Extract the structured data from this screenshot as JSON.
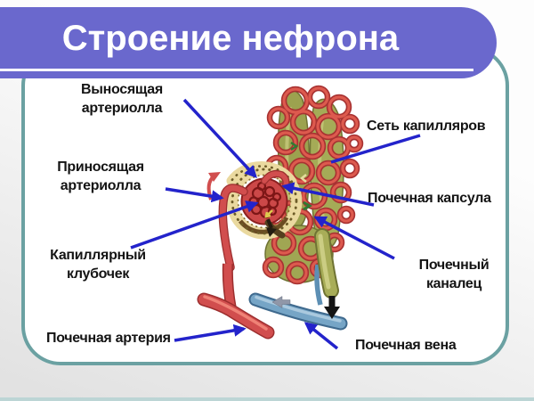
{
  "title": "Строение нефрона",
  "labels": {
    "efferent_arteriole": {
      "line1": "Выносящая",
      "line2": "артериолла"
    },
    "afferent_arteriole": {
      "line1": "Приносящая",
      "line2": "артериолла"
    },
    "capillary_glomerulus": {
      "line1": "Капиллярный",
      "line2": "клубочек"
    },
    "renal_artery": {
      "text": "Почечная артерия"
    },
    "capillary_network": {
      "text": "Сеть капилляров"
    },
    "renal_capsule": {
      "text": "Почечная капсула"
    },
    "renal_tubule": {
      "line1": "Почечный",
      "line2": "каналец"
    },
    "renal_vein": {
      "text": "Почечная вена"
    }
  },
  "colors": {
    "banner": "#6a68cd",
    "banner_text": "#ffffff",
    "card_border": "#6ba1a2",
    "label_text": "#141414",
    "pointer_arrow": "#2323cb",
    "artery_red": "#d14e4e",
    "vein_blue": "#76a5c6",
    "tubule_olive": "#9ca24f",
    "capsule_tan": "#ead99f",
    "glomerulus_red": "#cc4848"
  }
}
